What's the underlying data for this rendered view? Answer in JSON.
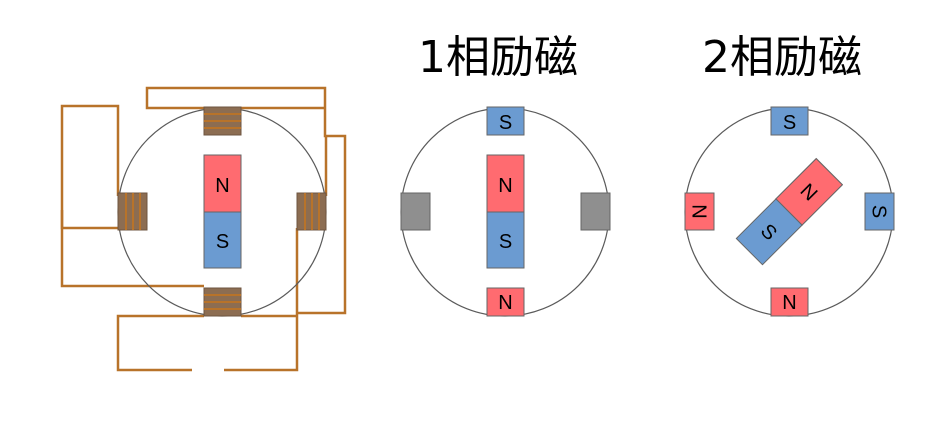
{
  "titles": {
    "one_phase": "1相励磁",
    "two_phase": "2相励磁"
  },
  "labels": {
    "north": "N",
    "south": "S"
  },
  "colors": {
    "north": "#ff6b70",
    "south": "#6b9bd1",
    "coil": "#8c6d52",
    "wire": "#b8732a",
    "inactive_pole": "#8f8f8f",
    "stator": "#5a5a5a"
  }
}
